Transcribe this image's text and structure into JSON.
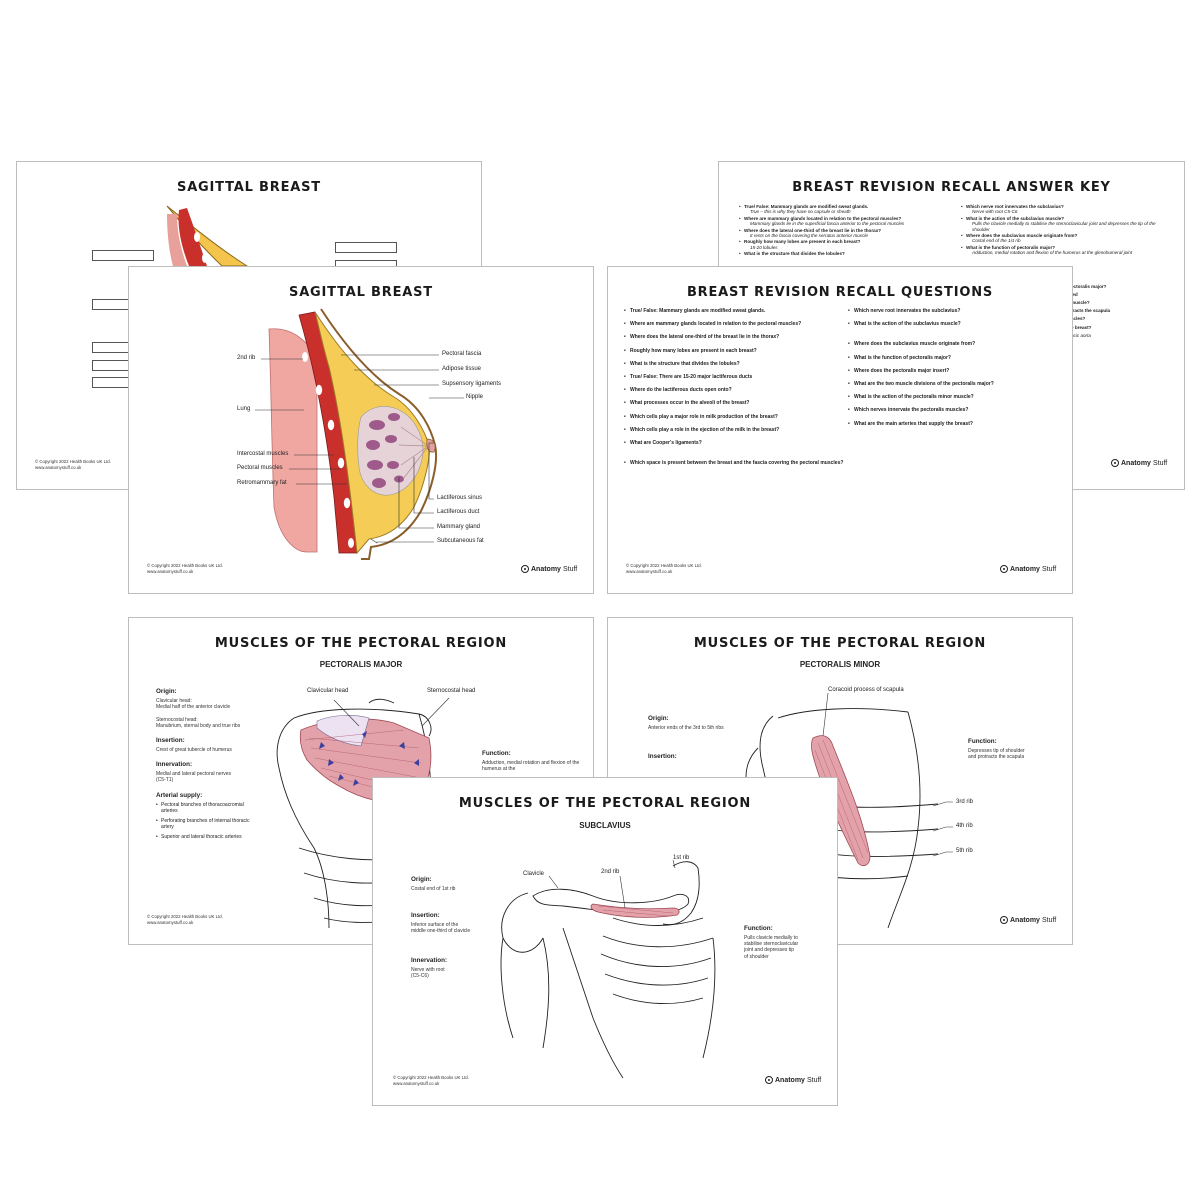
{
  "common": {
    "copyright_line1": "© Copyright 2022 Health Books UK Ltd.",
    "copyright_line2": "www.anatomystuff.co.uk",
    "brand_anatomy": "Anatomy",
    "brand_stuff": "Stuff"
  },
  "sheet_breast_blank": {
    "title": "SAGITTAL BREAST"
  },
  "sheet_breast_labeled": {
    "title": "SAGITTAL BREAST",
    "labels": {
      "rib2": "2nd rib",
      "lung": "Lung",
      "intercostal": "Intercostal muscles",
      "pectoral_muscles": "Pectoral muscles",
      "retromammary": "Retromammary fat",
      "pectoral_fascia": "Pectoral fascia",
      "adipose": "Adipose tissue",
      "suspensory": "Supsensory ligaments",
      "nipple": "Nipple",
      "lact_sinus": "Lactiferous sinus",
      "lact_duct": "Lactiferous duct",
      "mammary_gland": "Mammary gland",
      "subcutaneous": "Subcutaneous fat"
    }
  },
  "sheet_answer_key": {
    "title": "BREAST REVISION RECALL ANSWER KEY",
    "left": [
      {
        "q": "True/ False: Mammary glands are modified sweat glands.",
        "a": "True – this is why they have no capsule or sheath"
      },
      {
        "q": "Where are mammary glands located in relation to the pectoral muscles?",
        "a": "Mammary glands lie in the superficial fascia anterior to the pectoral muscles"
      },
      {
        "q": "Where does the lateral one-third of the breast lie in the thorax?",
        "a": "It rests on the fascia covering the serratus anterior muscle"
      },
      {
        "q": "Roughly how many lobes are present in each breast?",
        "a": "15-20 lobules"
      },
      {
        "q": "What is the structure that divides the lobules?",
        "a": ""
      }
    ],
    "right": [
      {
        "q": "Which nerve root innervates the subclavius?",
        "a": "Nerve with root C5-C6"
      },
      {
        "q": "What is the action of the subclavius muscle?",
        "a": "Pulls the clavicle medially to stabilise the sternoclavicular joint and depresses the tip of the shoulder"
      },
      {
        "q": "Where does the subclavius muscle originate from?",
        "a": "Costal end of the 1st rib"
      },
      {
        "q": "What is the function of pectoralis major?",
        "a": "Adduction, medial rotation and flexion of the humerus at the glenohumeral joint"
      }
    ],
    "peek_fragments": [
      "t",
      "ectoralis major?",
      "ied",
      "muscle?",
      "tracts the scapula",
      "scles?",
      "e breast?",
      "acic aorta"
    ]
  },
  "sheet_questions": {
    "title": "BREAST REVISION RECALL QUESTIONS",
    "left": [
      "True/ False: Mammary glands are modified sweat glands.",
      "Where are mammary glands located in relation to the pectoral muscles?",
      "Where does the lateral one-third of the breast lie in the thorax?",
      "Roughly how many lobes are present in each breast?",
      "What is the structure that divides the lobules?",
      "True/ False: There are 15-20 major lactiferous ducts",
      "Where do the lactiferous ducts open onto?",
      "What processes occur in the alveoli of the breast?",
      "Which cells play a major role in milk production of the breast?",
      "Which cells play a role in the ejection of the milk in the breast?",
      "What are Cooper's ligaments?",
      "Which space is present between the breast and the fascia covering the pectoral muscles?"
    ],
    "right": [
      "Which nerve root innervates the subclavius?",
      "What is the action of the subclavius muscle?",
      "Where does the subclavius muscle originate from?",
      "What is the function of pectoralis major?",
      "Where does the pectoralis major insert?",
      "What are the two muscle divisions of the pectoralis major?",
      "What is the action of the pectoralis minor muscle?",
      "Which nerves innervate the pectoralis muscles?",
      "What are the main arteries that supply the breast?"
    ]
  },
  "sheet_pec_major": {
    "title": "MUSCLES OF THE PECTORAL REGION",
    "subtitle": "PECTORALIS MAJOR",
    "origin_h": "Origin:",
    "origin_t": "Clavicular head:\nMedial half of the anterior clavicle\n\nSternocostal head:\nManubrium, sternal body and true ribs",
    "insertion_h": "Insertion:",
    "insertion_t": "Crest of great tubercle of humerus",
    "innervation_h": "Innervation:",
    "innervation_t": "Medial and lateral pectoral nerves\n(C5-T1)",
    "arterial_h": "Arterial supply:",
    "arterial_items": [
      "Pectoral branches of thoracoacromial arteries",
      "Perforating branches of internal thoracic artery",
      "Superior and lateral thoracic arteries"
    ],
    "function_h": "Function:",
    "function_t": "Adduction, medial rotation and flexion of the humerus at the",
    "label_clav": "Clavicular head",
    "label_stern": "Sternocostal head"
  },
  "sheet_pec_minor": {
    "title": "MUSCLES OF THE PECTORAL REGION",
    "subtitle": "PECTORALIS MINOR",
    "origin_h": "Origin:",
    "origin_t": "Anterior ends of the 3rd to 5th ribs",
    "insertion_h": "Insertion:",
    "function_h": "Function:",
    "function_t": "Depresses tip of shoulder\nand protracts the scapula",
    "label_coracoid": "Coracoid process of scapula",
    "label_rib3": "3rd rib",
    "label_rib4": "4th rib",
    "label_rib5": "5th rib"
  },
  "sheet_subclavius": {
    "title": "MUSCLES OF THE PECTORAL REGION",
    "subtitle": "SUBCLAVIUS",
    "origin_h": "Origin:",
    "origin_t": "Costal end of 1st rib",
    "insertion_h": "Insertion:",
    "insertion_t": "Inferior surface of the\nmiddle one-third of clavicle",
    "innervation_h": "Innervation:",
    "innervation_t": "Nerve with root\n(C5-C6)",
    "function_h": "Function:",
    "function_t": "Pulls clavicle medially to\nstabilise sternoclavicular\njoint and depresses tip\nof shoulder",
    "label_clavicle": "Clavicle",
    "label_rib2": "2nd rib",
    "label_rib1": "1st rib"
  }
}
